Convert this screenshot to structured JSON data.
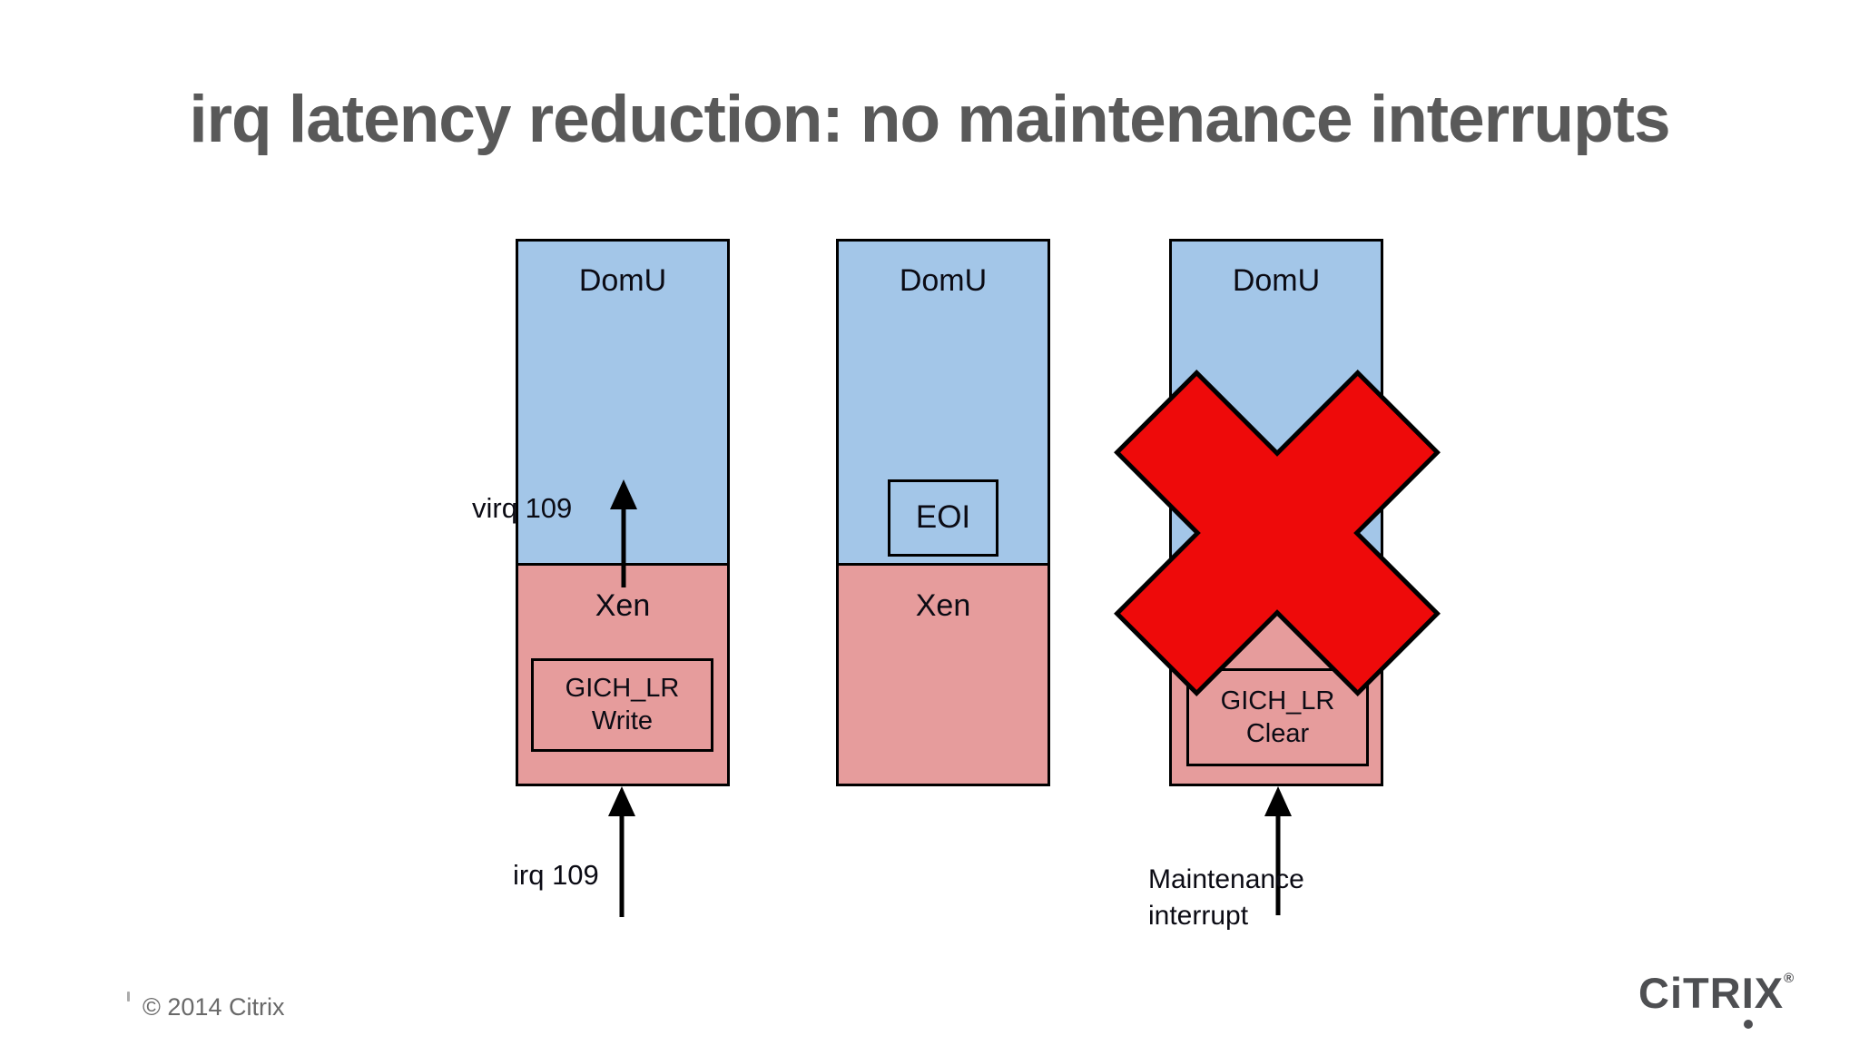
{
  "slide": {
    "title": "irq latency reduction: no maintenance interrupts",
    "background": "#FFFFFF"
  },
  "diagram": {
    "columns": [
      {
        "name": "left",
        "domu_label": "DomU",
        "xen_label": "Xen",
        "inner_box_line1": "GICH_LR",
        "inner_box_line2": "Write",
        "virq_arrow_label": "virq 109",
        "irq_arrow_label": "irq 109",
        "crossed_out": false
      },
      {
        "name": "middle",
        "domu_label": "DomU",
        "xen_label": "Xen",
        "eoi_label": "EOI",
        "crossed_out": false
      },
      {
        "name": "right",
        "domu_label": "DomU",
        "inner_box_line1": "GICH_LR",
        "inner_box_line2": "Clear",
        "maintenance_label_line1": "Maintenance",
        "maintenance_label_line2": "interrupt",
        "crossed_out": true
      }
    ],
    "colors": {
      "domu_fill": "#A3C6E8",
      "xen_fill": "#E69C9C",
      "cross_red": "#EE0A0A",
      "outline": "#000000",
      "title_gray": "#595959"
    }
  },
  "footer": {
    "copyright": "© 2014 Citrix",
    "logo": {
      "c": "C",
      "i1": "i",
      "t": "T",
      "r": "R",
      "i2": "I",
      "x": "X",
      "registered": "®"
    }
  }
}
